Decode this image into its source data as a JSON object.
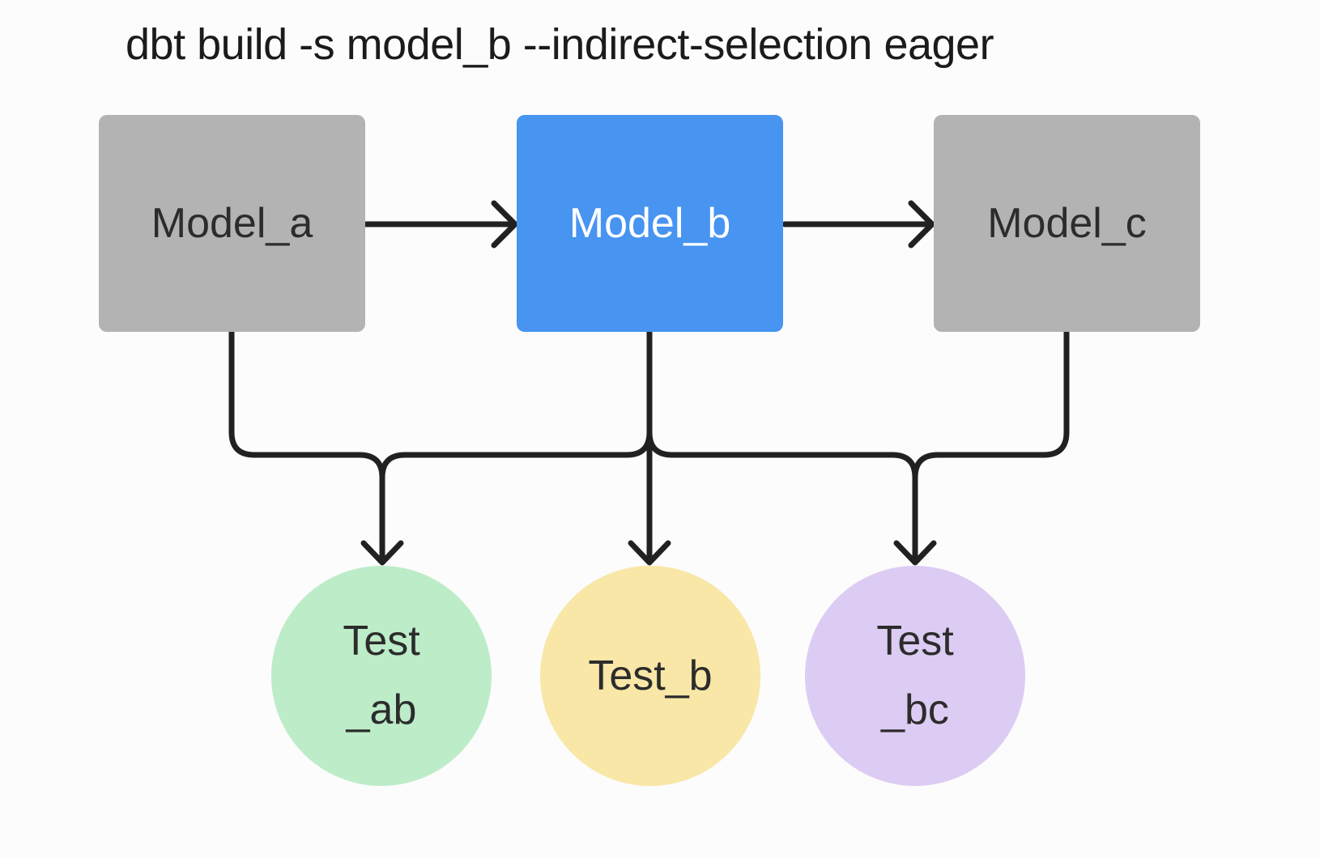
{
  "title": "dbt build -s model_b --indirect-selection eager",
  "diagram": {
    "models": [
      {
        "id": "model_a",
        "label": "Model_a",
        "fill": "#b3b3b3",
        "text_color": "#2c2c2c"
      },
      {
        "id": "model_b",
        "label": "Model_b",
        "fill": "#4794f1",
        "text_color": "#ffffff"
      },
      {
        "id": "model_c",
        "label": "Model_c",
        "fill": "#b3b3b3",
        "text_color": "#2c2c2c"
      }
    ],
    "tests": [
      {
        "id": "test_ab",
        "label_lines": [
          "Test",
          "_ab"
        ],
        "fill": "#bdecc9",
        "text_color": "#2c2c2c"
      },
      {
        "id": "test_b",
        "label_lines": [
          "Test_b"
        ],
        "fill": "#f8e7a6",
        "text_color": "#2c2c2c"
      },
      {
        "id": "test_bc",
        "label_lines": [
          "Test",
          "_bc"
        ],
        "fill": "#dcccf3",
        "text_color": "#2c2c2c"
      }
    ],
    "edges": [
      "model_a -> model_b",
      "model_b -> model_c",
      "model_a -> test_ab",
      "model_b -> test_ab",
      "model_b -> test_b",
      "model_b -> test_bc",
      "model_c -> test_bc"
    ],
    "colors": {
      "connector": "#212121"
    }
  }
}
